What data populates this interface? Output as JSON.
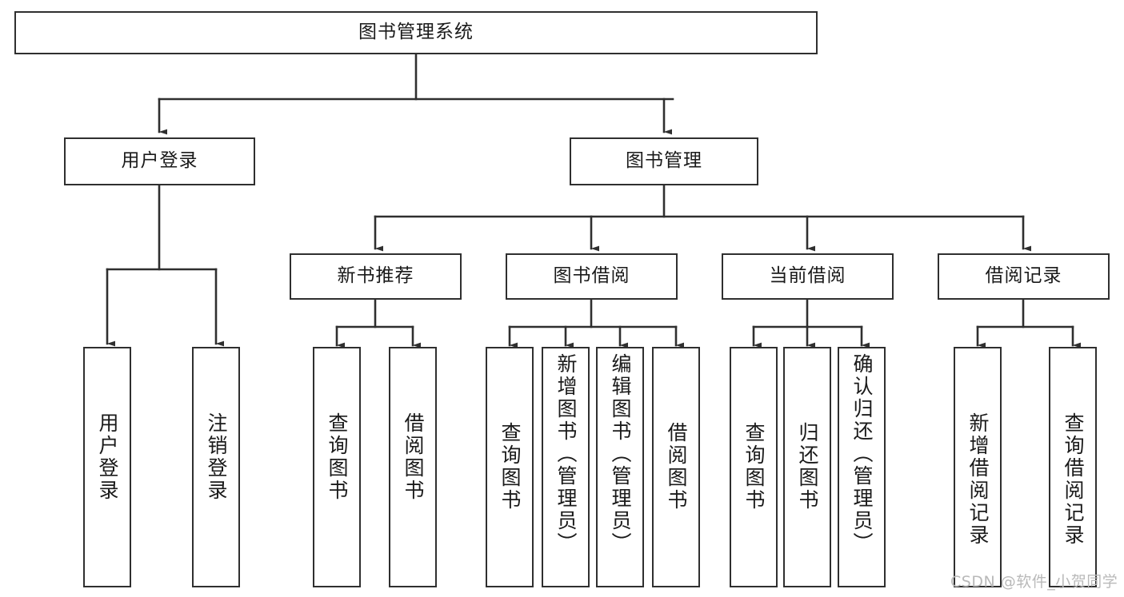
{
  "diagram": {
    "type": "tree",
    "title": "图书管理系统",
    "root": {
      "id": "root",
      "label": "图书管理系统",
      "orientation": "horizontal"
    },
    "level2": [
      {
        "id": "user-login",
        "label": "用户登录",
        "orientation": "horizontal"
      },
      {
        "id": "book-manage",
        "label": "图书管理",
        "orientation": "horizontal"
      }
    ],
    "level3": [
      {
        "id": "new-book-recommend",
        "label": "新书推荐",
        "orientation": "horizontal",
        "parent": "book-manage"
      },
      {
        "id": "book-borrow",
        "label": "图书借阅",
        "orientation": "horizontal",
        "parent": "book-manage"
      },
      {
        "id": "current-borrow",
        "label": "当前借阅",
        "orientation": "horizontal",
        "parent": "book-manage"
      },
      {
        "id": "borrow-record",
        "label": "借阅记录",
        "orientation": "horizontal",
        "parent": "book-manage"
      }
    ],
    "leaves": [
      {
        "id": "leaf-user-login",
        "label": "用户登录",
        "parent": "user-login",
        "orientation": "vertical"
      },
      {
        "id": "leaf-user-logout",
        "label": "注销登录",
        "parent": "user-login",
        "orientation": "vertical"
      },
      {
        "id": "leaf-query-book-1",
        "label": "查询图书",
        "parent": "new-book-recommend",
        "orientation": "vertical"
      },
      {
        "id": "leaf-borrow-book-1",
        "label": "借阅图书",
        "parent": "new-book-recommend",
        "orientation": "vertical"
      },
      {
        "id": "leaf-query-book-2",
        "label": "查询图书",
        "parent": "book-borrow",
        "orientation": "vertical"
      },
      {
        "id": "leaf-add-book",
        "label": "新增图书（管理员）",
        "parent": "book-borrow",
        "orientation": "vertical"
      },
      {
        "id": "leaf-edit-book",
        "label": "编辑图书（管理员）",
        "parent": "book-borrow",
        "orientation": "vertical"
      },
      {
        "id": "leaf-borrow-book-2",
        "label": "借阅图书",
        "parent": "book-borrow",
        "orientation": "vertical"
      },
      {
        "id": "leaf-query-book-3",
        "label": "查询图书",
        "parent": "current-borrow",
        "orientation": "vertical"
      },
      {
        "id": "leaf-return-book",
        "label": "归还图书",
        "parent": "current-borrow",
        "orientation": "vertical"
      },
      {
        "id": "leaf-confirm-return",
        "label": "确认归还（管理员）",
        "parent": "current-borrow",
        "orientation": "vertical"
      },
      {
        "id": "leaf-add-record",
        "label": "新增借阅记录",
        "parent": "borrow-record",
        "orientation": "vertical"
      },
      {
        "id": "leaf-query-record",
        "label": "查询借阅记录",
        "parent": "borrow-record",
        "orientation": "vertical"
      }
    ],
    "watermark": "CSDN @软件_小贺同学",
    "colors": {
      "stroke": "#2f2f2f",
      "fill": "#ffffff",
      "text": "#1a1a1a",
      "watermark": "#b9b9b9"
    }
  }
}
